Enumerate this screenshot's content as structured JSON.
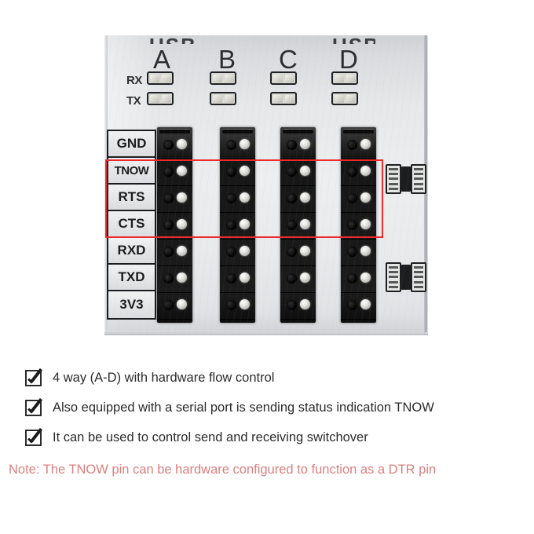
{
  "product_image": {
    "alt_name": "4-way USB to TTL serial adapter PCB close-up",
    "top_partial_text": "",
    "channels": [
      {
        "letter": "A",
        "rx_label": "RX",
        "tx_label": "TX"
      },
      {
        "letter": "B",
        "rx_label": "",
        "tx_label": ""
      },
      {
        "letter": "C",
        "rx_label": "",
        "tx_label": ""
      },
      {
        "letter": "D",
        "rx_label": "",
        "tx_label": ""
      }
    ],
    "pin_labels": [
      "GND",
      "TNOW",
      "RTS",
      "CTS",
      "RXD",
      "TXD",
      "3V3"
    ],
    "highlight": {
      "color": "#ee2b2b",
      "pins_highlighted": [
        "TNOW",
        "RTS",
        "CTS"
      ]
    },
    "board_color": "#e9eaec",
    "header_color": "#161616"
  },
  "features": {
    "items": [
      {
        "checkbox": "checked-checkbox-icon",
        "text": "4 way (A-D) with hardware flow control"
      },
      {
        "checkbox": "checked-checkbox-icon",
        "text": "Also equipped with a serial port is sending status indication TNOW"
      },
      {
        "checkbox": "checked-checkbox-icon",
        "text": "It can be used to control send and receiving switchover"
      }
    ]
  },
  "note": {
    "text": "Note: The TNOW pin can be hardware configured to function as a DTR pin",
    "color": "#d9817f"
  }
}
